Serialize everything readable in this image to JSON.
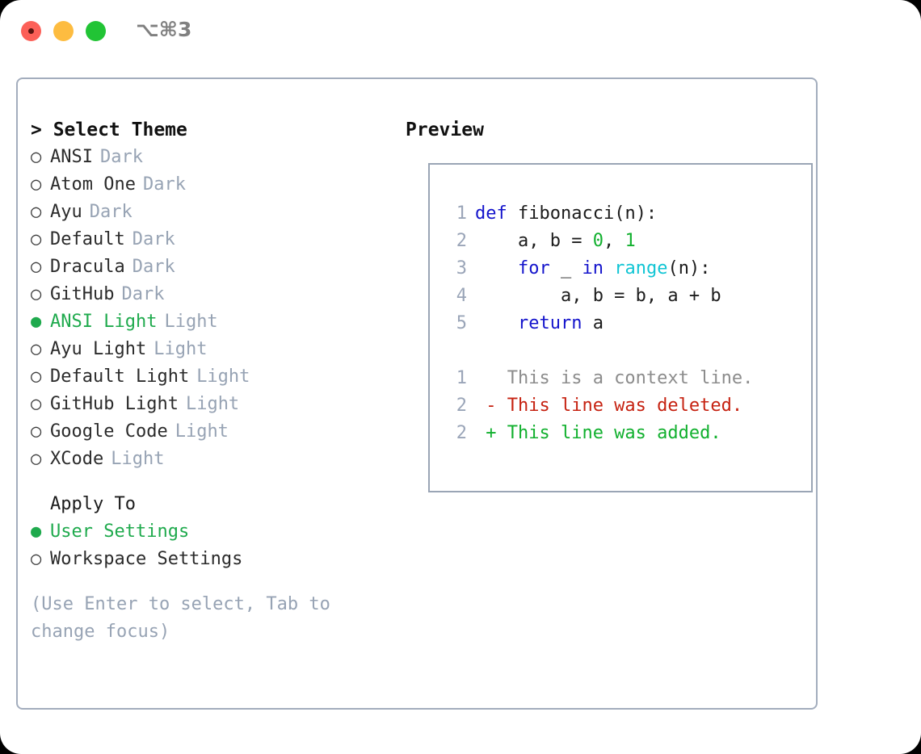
{
  "window": {
    "shortcut_label": "⌥⌘3",
    "traffic_lights": [
      "close-red",
      "minimize-yellow",
      "maximize-green"
    ]
  },
  "colors": {
    "accent_green": "#1faa4d",
    "muted": "#97a3b4",
    "keyword_blue": "#1414cc",
    "function_cyan": "#11c5d4",
    "number_green": "#11b02e",
    "diff_deleted_red": "#c62211",
    "diff_added_green": "#11b02e",
    "panel_border": "#9aa5b5",
    "line_number": "#9aa5b8"
  },
  "left": {
    "heading": "> Select Theme",
    "themes": [
      {
        "bullet": "○",
        "name": "ANSI",
        "badge": "Dark",
        "selected": false
      },
      {
        "bullet": "○",
        "name": "Atom One",
        "badge": "Dark",
        "selected": false
      },
      {
        "bullet": "○",
        "name": "Ayu",
        "badge": "Dark",
        "selected": false
      },
      {
        "bullet": "○",
        "name": "Default",
        "badge": "Dark",
        "selected": false
      },
      {
        "bullet": "○",
        "name": "Dracula",
        "badge": "Dark",
        "selected": false
      },
      {
        "bullet": "○",
        "name": "GitHub",
        "badge": "Dark",
        "selected": false
      },
      {
        "bullet": "●",
        "name": "ANSI Light",
        "badge": "Light",
        "selected": true
      },
      {
        "bullet": "○",
        "name": "Ayu Light",
        "badge": "Light",
        "selected": false
      },
      {
        "bullet": "○",
        "name": "Default Light",
        "badge": "Light",
        "selected": false
      },
      {
        "bullet": "○",
        "name": "GitHub Light",
        "badge": "Light",
        "selected": false
      },
      {
        "bullet": "○",
        "name": "Google Code",
        "badge": "Light",
        "selected": false
      },
      {
        "bullet": "○",
        "name": "XCode",
        "badge": "Light",
        "selected": false
      }
    ],
    "apply_to": {
      "title": "Apply To",
      "options": [
        {
          "bullet": "●",
          "name": "User Settings",
          "selected": true
        },
        {
          "bullet": "○",
          "name": "Workspace Settings",
          "selected": false
        }
      ]
    },
    "hint": "(Use Enter to select, Tab to change focus)"
  },
  "right": {
    "heading": "Preview",
    "code_lines": [
      {
        "num": "1",
        "segments": [
          {
            "t": "def",
            "c": "kw"
          },
          {
            "t": " fibonacci(n):",
            "c": "id"
          }
        ]
      },
      {
        "num": "2",
        "segments": [
          {
            "t": "    a, b = ",
            "c": "id"
          },
          {
            "t": "0",
            "c": "num"
          },
          {
            "t": ", ",
            "c": "id"
          },
          {
            "t": "1",
            "c": "num"
          }
        ]
      },
      {
        "num": "3",
        "segments": [
          {
            "t": "    ",
            "c": "id"
          },
          {
            "t": "for",
            "c": "kw"
          },
          {
            "t": " _ ",
            "c": "id"
          },
          {
            "t": "in",
            "c": "kw"
          },
          {
            "t": " ",
            "c": "id"
          },
          {
            "t": "range",
            "c": "fn"
          },
          {
            "t": "(n):",
            "c": "id"
          }
        ]
      },
      {
        "num": "4",
        "segments": [
          {
            "t": "        a, b = b, a + b",
            "c": "id"
          }
        ]
      },
      {
        "num": "5",
        "segments": [
          {
            "t": "    ",
            "c": "id"
          },
          {
            "t": "return",
            "c": "kw"
          },
          {
            "t": " a",
            "c": "id"
          }
        ]
      }
    ],
    "diff_lines": [
      {
        "num": "1",
        "marker": "  ",
        "text": "This is a context line.",
        "kind": "ctx"
      },
      {
        "num": "2",
        "marker": "- ",
        "text": "This line was deleted.",
        "kind": "del"
      },
      {
        "num": "2",
        "marker": "+ ",
        "text": "This line was added.",
        "kind": "add"
      }
    ]
  }
}
